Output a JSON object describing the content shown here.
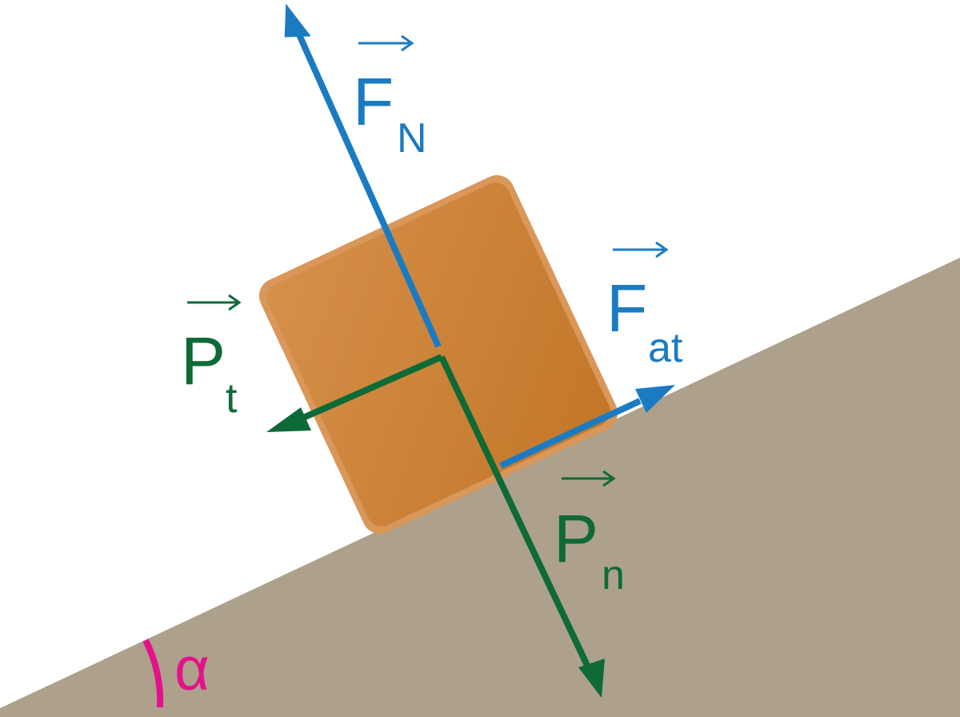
{
  "colors": {
    "background": "#ffffff",
    "incline": "#ada18b",
    "block_fill": "#c98034",
    "block_edge": "#d9975a",
    "normal_force": "#1b7bc2",
    "friction_force": "#1b7bc2",
    "weight_components": "#0e6a36",
    "angle": "#e3128c"
  },
  "labels": {
    "normal_force": {
      "main": "F",
      "sub": "N"
    },
    "friction_force": {
      "main": "F",
      "sub": "at"
    },
    "weight_tangential": {
      "main": "P",
      "sub": "t"
    },
    "weight_normal": {
      "main": "P",
      "sub": "n"
    },
    "angle": "α"
  }
}
